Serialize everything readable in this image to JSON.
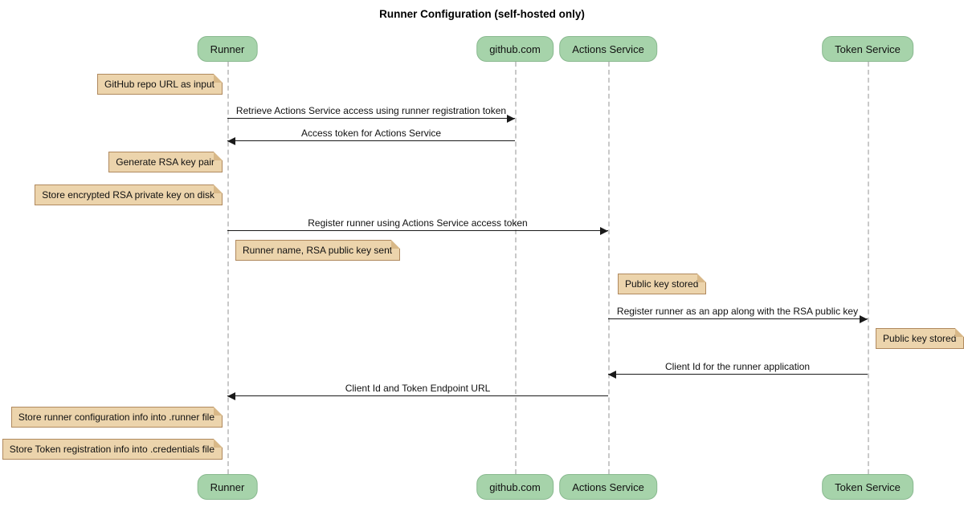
{
  "title": "Runner Configuration (self-hosted only)",
  "colors": {
    "background": "#ffffff",
    "actor_fill": "#a6d3aa",
    "actor_border": "#89b98f",
    "note_fill": "#ecd4ac",
    "note_border": "#b0895e",
    "lifeline": "#c9c9c9",
    "arrow": "#1a1a1a"
  },
  "actors": [
    {
      "label": "Runner"
    },
    {
      "label": "github.com"
    },
    {
      "label": "Actions Service"
    },
    {
      "label": "Token Service"
    }
  ],
  "messages": [
    {
      "label": "Retrieve Actions Service access using runner registration token",
      "from": "Runner",
      "to": "github.com"
    },
    {
      "label": "Access token for Actions Service",
      "from": "github.com",
      "to": "Runner"
    },
    {
      "label": "Register runner using Actions Service access token",
      "from": "Runner",
      "to": "Actions Service"
    },
    {
      "label": "Register runner as an app along with the RSA public key",
      "from": "Actions Service",
      "to": "Token Service"
    },
    {
      "label": "Client Id for the runner application",
      "from": "Token Service",
      "to": "Actions Service"
    },
    {
      "label": "Client Id and Token Endpoint URL",
      "from": "Actions Service",
      "to": "Runner"
    }
  ],
  "notes": [
    {
      "text": "GitHub repo URL as input",
      "anchor": "left of Runner"
    },
    {
      "text": "Generate RSA key pair",
      "anchor": "left of Runner"
    },
    {
      "text": "Store encrypted RSA private key on disk",
      "anchor": "left of Runner"
    },
    {
      "text": "Runner name, RSA public key sent",
      "anchor": "right of Runner"
    },
    {
      "text": "Public key stored",
      "anchor": "right of Actions Service"
    },
    {
      "text": "Public key stored",
      "anchor": "right of Token Service"
    },
    {
      "text": "Store runner configuration info into .runner file",
      "anchor": "left of Runner"
    },
    {
      "text": "Store Token registration info into .credentials file",
      "anchor": "left of Runner"
    }
  ]
}
